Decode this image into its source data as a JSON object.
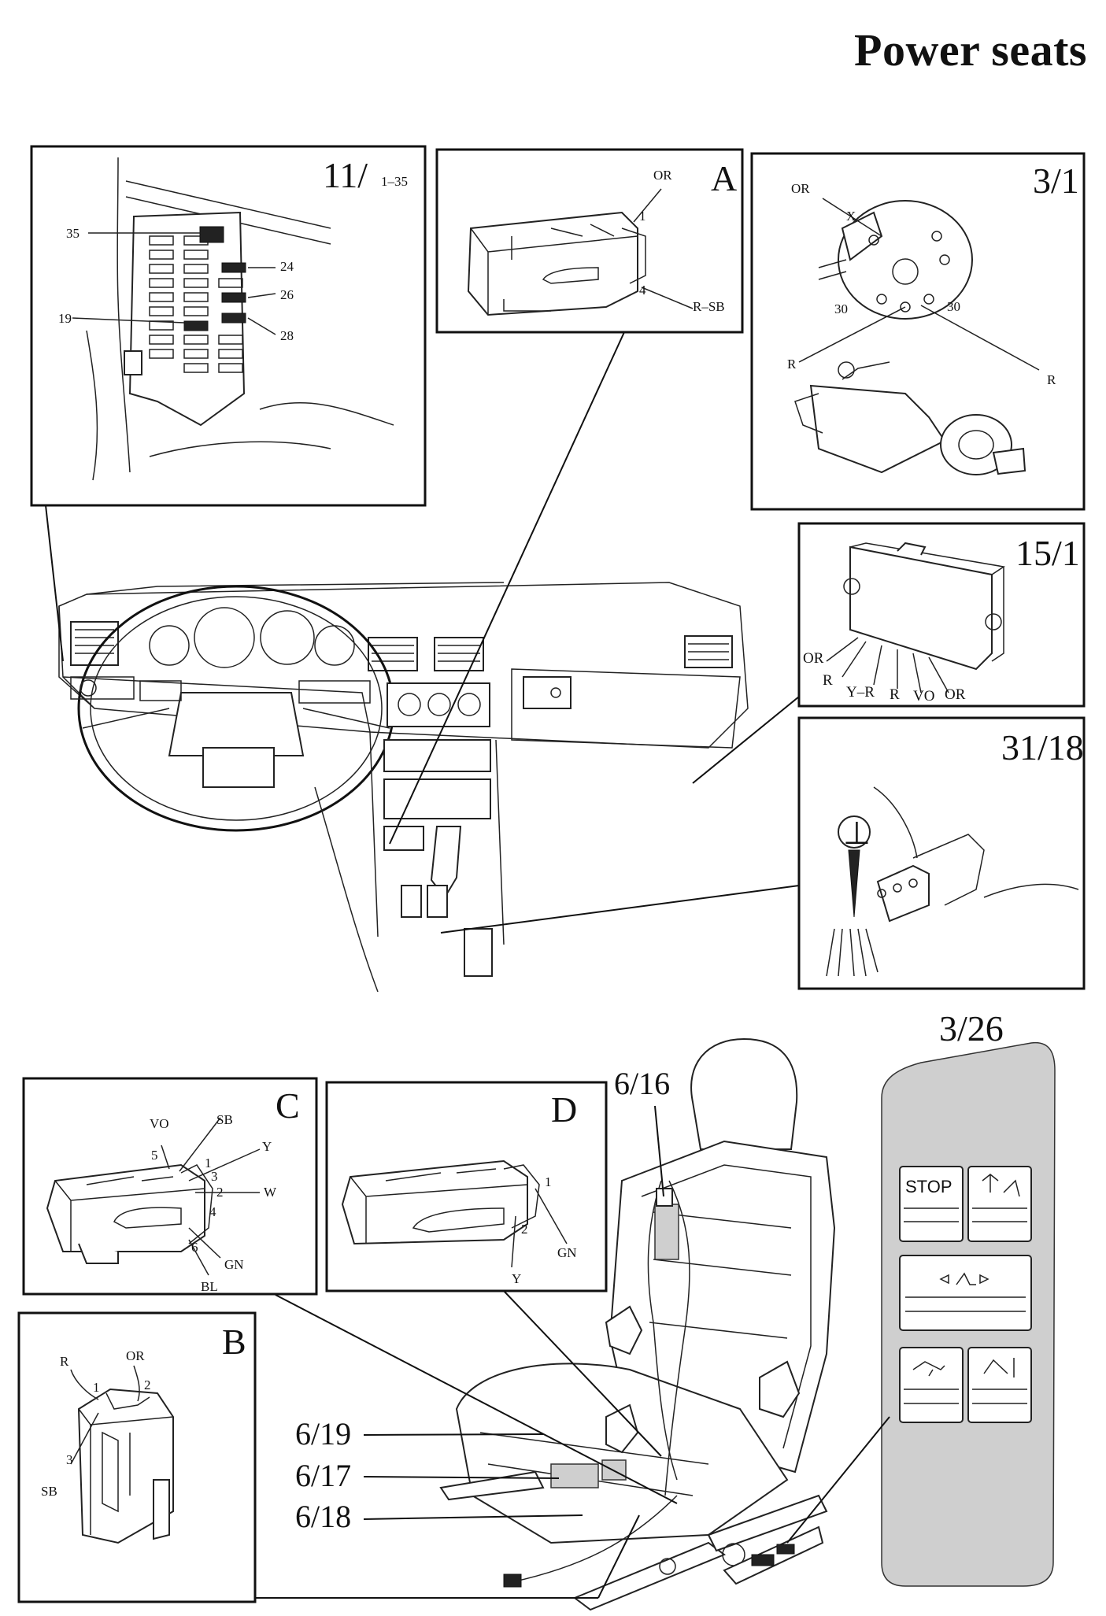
{
  "page": {
    "title": "Power seats"
  },
  "panels": {
    "fuse_box": {
      "id": "11/",
      "range": "1–35",
      "fuse_labels": [
        "35",
        "24",
        "26",
        "19",
        "28"
      ]
    },
    "connector_a": {
      "id": "A",
      "wires": [
        "OR",
        "1",
        "4",
        "R–SB"
      ]
    },
    "ignition_switch": {
      "id": "3/1",
      "wires": [
        "OR",
        "X",
        "30",
        "30",
        "R",
        "R"
      ]
    },
    "control_module": {
      "id": "15/1",
      "wires": [
        "OR",
        "R",
        "Y–R",
        "R",
        "VO",
        "OR"
      ]
    },
    "ground_point": {
      "id": "31/18",
      "symbol": "⊥"
    },
    "connector_c": {
      "id": "C",
      "wires": [
        "VO",
        "SB",
        "5",
        "1",
        "Y",
        "3",
        "2",
        "W",
        "4",
        "6",
        "GN",
        "BL"
      ]
    },
    "connector_d": {
      "id": "D",
      "wires": [
        "1",
        "2",
        "GN",
        "Y"
      ]
    },
    "connector_b": {
      "id": "B",
      "wires": [
        "R",
        "OR",
        "1",
        "2",
        "3",
        "SB"
      ]
    },
    "seat": {
      "labels": [
        "6/16",
        "6/19",
        "6/17",
        "6/18"
      ]
    },
    "control_panel": {
      "id": "3/26",
      "stop_label": "STOP"
    }
  }
}
